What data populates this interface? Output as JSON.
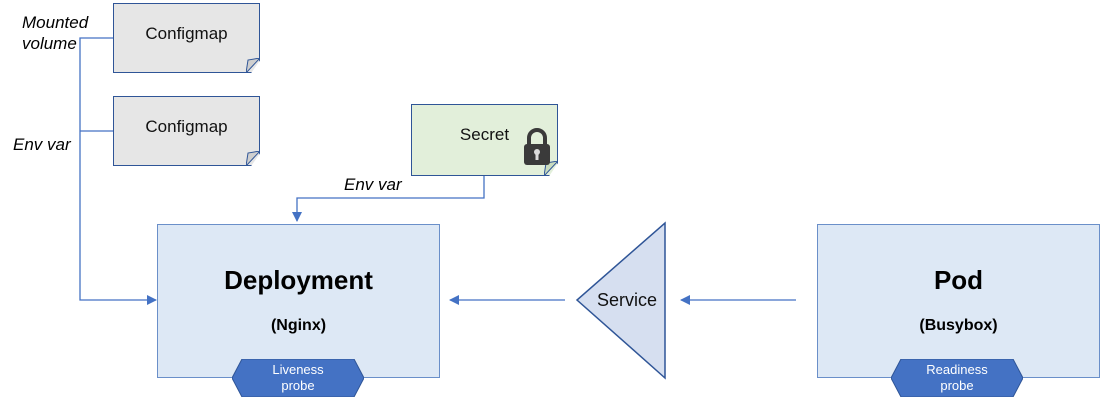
{
  "configmaps": [
    {
      "label": "Configmap"
    },
    {
      "label": "Configmap"
    }
  ],
  "secret": {
    "label": "Secret",
    "icon": "lock-icon"
  },
  "connections": {
    "mounted_volume": "Mounted\nvolume",
    "env_var_configmap": "Env var",
    "env_var_secret": "Env var"
  },
  "deployment": {
    "title": "Deployment",
    "subtitle": "(Nginx)",
    "probe": "Liveness\nprobe"
  },
  "service": {
    "label": "Service"
  },
  "pod": {
    "title": "Pod",
    "subtitle": "(Busybox)",
    "probe": "Readiness\nprobe"
  },
  "colors": {
    "line": "#4472c4",
    "note_fill": "#e6e6e6",
    "secret_fill": "#e2efda",
    "box_fill": "#dde8f5",
    "probe_fill": "#4472c4",
    "service_fill": "#d6dff0"
  }
}
